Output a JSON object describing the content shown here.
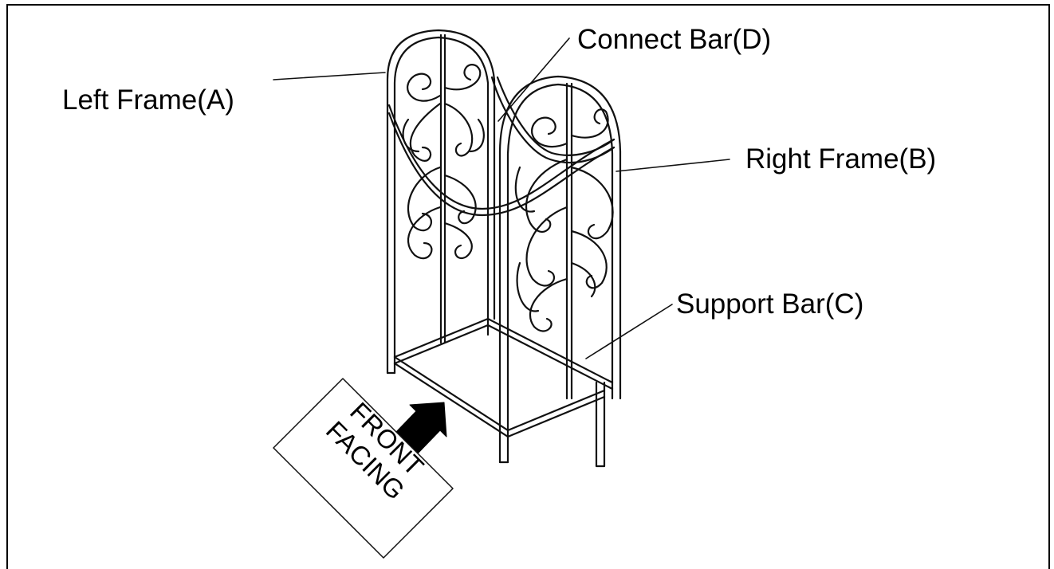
{
  "labels": {
    "left_frame": "Left Frame(A)",
    "right_frame": "Right Frame(B)",
    "support_bar": "Support Bar(C)",
    "connect_bar": "Connect Bar(D)"
  },
  "tag": {
    "line1": "FRONT",
    "line2": "FACING"
  }
}
